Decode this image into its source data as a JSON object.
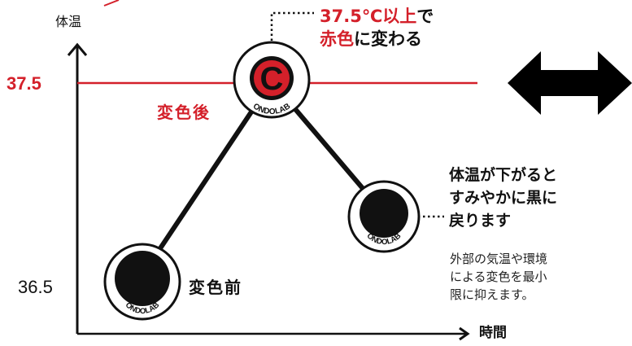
{
  "axes": {
    "y_label": "体温",
    "x_label": "時間",
    "tick_high": "37.5",
    "tick_low": "36.5"
  },
  "labels": {
    "after_change": "変色後",
    "before_change": "変色前"
  },
  "callout_top": {
    "line1_red": "37.5℃以上",
    "line1_tail": "で",
    "line2_red": "赤色",
    "line2_tail": "に変わる"
  },
  "callout_right": {
    "title_lines": [
      "体温が下がると",
      "すみやかに黒に",
      "戻ります"
    ],
    "note_lines": [
      "外部の気温や環境",
      "による変色を最小",
      "限に抑えます。"
    ]
  },
  "badge": {
    "brand": "ONDOLAB",
    "letter": "C"
  },
  "chart_data": {
    "type": "line",
    "x": [
      "変色前",
      "変色後",
      "体温が下がると"
    ],
    "series": [
      {
        "values": [
          36.5,
          37.5,
          36.9
        ]
      }
    ],
    "xlabel": "時間",
    "ylabel": "体温",
    "threshold": 37.5
  },
  "colors": {
    "accent_red": "#d4202a",
    "ink": "#111111"
  }
}
